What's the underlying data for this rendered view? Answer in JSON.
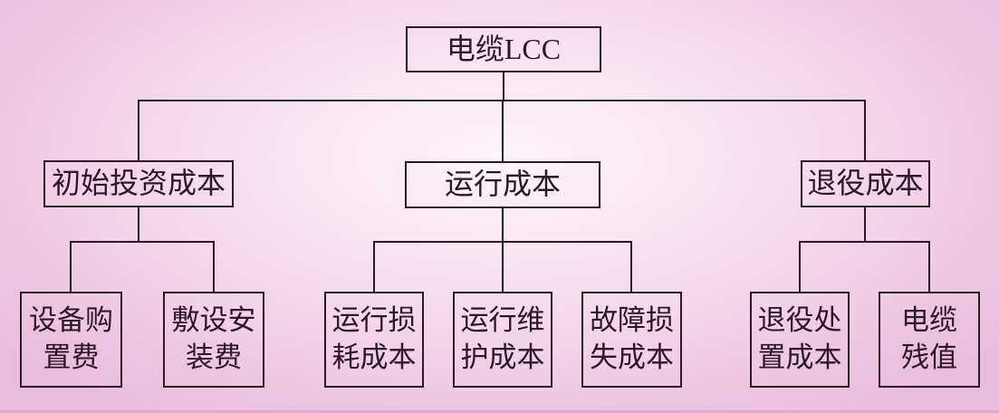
{
  "colors": {
    "line": "#2b1828",
    "text": "#2b1828",
    "bg-center": "#fdf5fa",
    "bg-mid": "#f3d9ea",
    "bg-edge": "#e9bcdb",
    "bg-bottom-strip": "#e0a9cd"
  },
  "tree": {
    "root": {
      "label": "电缆LCC"
    },
    "branches": [
      {
        "label": "初始投资成本",
        "children": [
          {
            "label": "设备购\n置费"
          },
          {
            "label": "敷设安\n装费"
          }
        ]
      },
      {
        "label": "运行成本",
        "children": [
          {
            "label": "运行损\n耗成本"
          },
          {
            "label": "运行维\n护成本"
          },
          {
            "label": "故障损\n失成本"
          }
        ]
      },
      {
        "label": "退役成本",
        "children": [
          {
            "label": "退役处\n置成本"
          },
          {
            "label": "电缆\n残值"
          }
        ]
      }
    ]
  }
}
